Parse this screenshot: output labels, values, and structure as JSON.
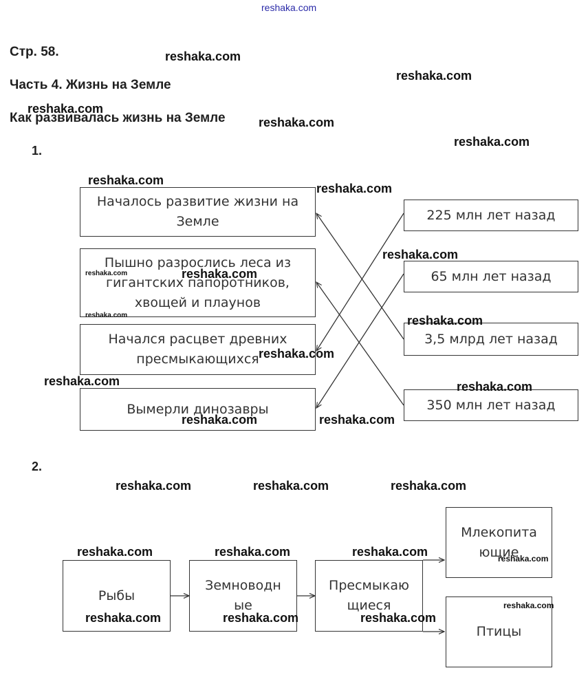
{
  "site_top": "reshaka.com",
  "page_label": "Стр. 58.",
  "part_title": "Часть 4. Жизнь на Земле",
  "topic_title": "Как развивалась жизнь на Земле",
  "task1": {
    "number": "1.",
    "events": [
      "Началось развитие жизни на\nЗемле",
      "Пышно разрослись леса из\nгигантских папоротников,\nхвощей и плаунов",
      "Начался расцвет древних\nпресмыкающихся",
      "Вымерли динозавры"
    ],
    "times": [
      "225 млн лет назад",
      "65 млн лет назад",
      "3,5 млрд лет назад",
      "350 млн лет назад"
    ]
  },
  "task2": {
    "number": "2.",
    "chain": [
      "Рыбы",
      "Земноводн\nые",
      "Пресмыкаю\nщиеся"
    ],
    "branches": [
      "Млекопита\nющие",
      "Птицы"
    ]
  },
  "watermark": "reshaka.com"
}
